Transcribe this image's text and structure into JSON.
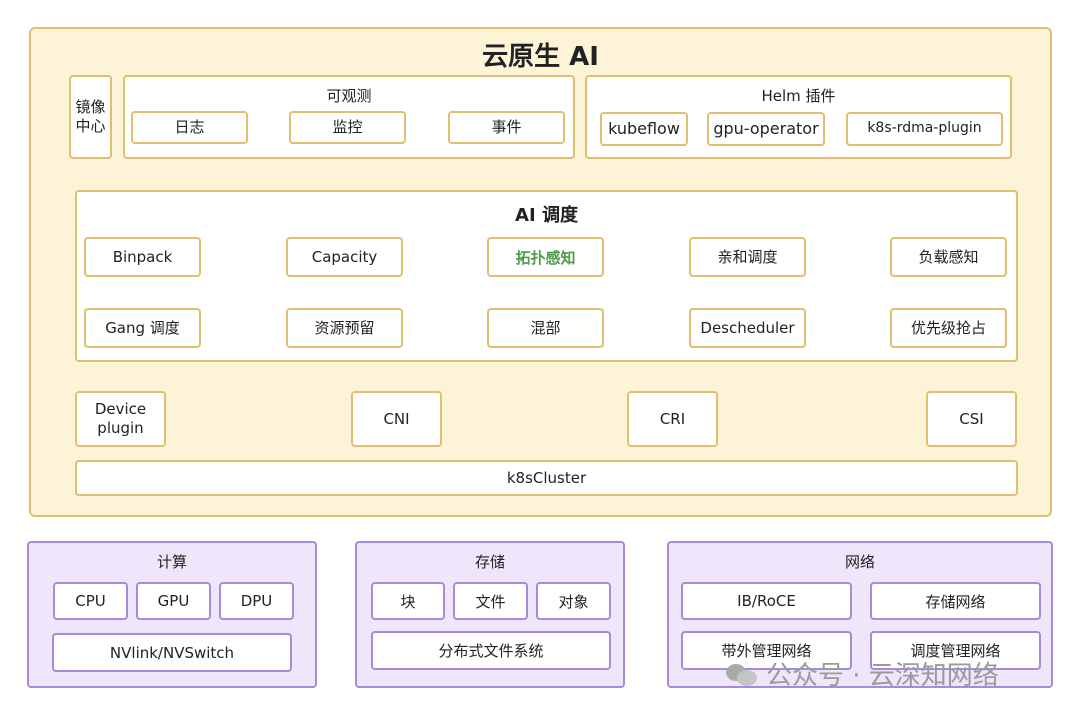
{
  "cloud": {
    "title": "云原生 AI",
    "mirror": "镜像中心",
    "observability": {
      "title": "可观测",
      "items": [
        "日志",
        "监控",
        "事件"
      ]
    },
    "helm": {
      "title": "Helm 插件",
      "items": [
        "kubeflow",
        "gpu-operator",
        "k8s-rdma-plugin"
      ]
    },
    "scheduling": {
      "title": "AI 调度",
      "row1": [
        "Binpack",
        "Capacity",
        "拓扑感知",
        "亲和调度",
        "负载感知"
      ],
      "row2": [
        "Gang 调度",
        "资源预留",
        "混部",
        "Descheduler",
        "优先级抢占"
      ]
    },
    "interfaces": {
      "device": "Device plugin",
      "cni": "CNI",
      "cri": "CRI",
      "csi": "CSI"
    },
    "cluster": "k8sCluster"
  },
  "compute": {
    "title": "计算",
    "items": [
      "CPU",
      "GPU",
      "DPU"
    ],
    "interconnect": "NVlink/NVSwitch"
  },
  "storage": {
    "title": "存储",
    "items": [
      "块",
      "文件",
      "对象"
    ],
    "fs": "分布式文件系统"
  },
  "network": {
    "title": "网络",
    "items": [
      "IB/RoCE",
      "存储网络",
      "带外管理网络",
      "调度管理网络"
    ]
  },
  "watermark": "公众号 · 云深知网络",
  "colors": {
    "gold_border": "#e0c070",
    "gold_fill": "#fdf3d6",
    "purple_border": "#a78bd8",
    "purple_fill": "#efe6fb",
    "green_text": "#4f9a4a"
  }
}
